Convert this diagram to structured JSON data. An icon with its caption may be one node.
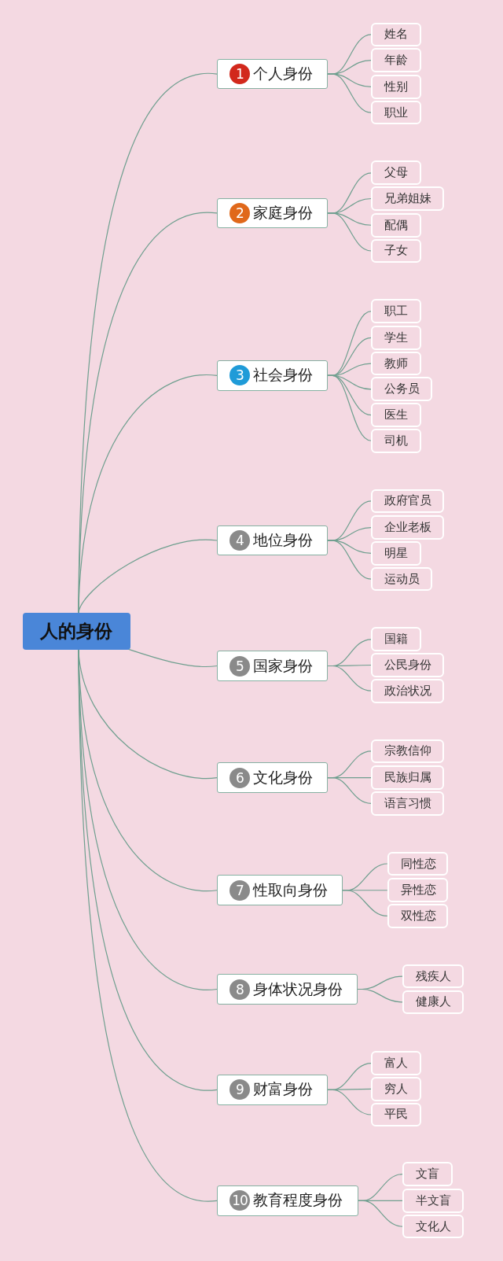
{
  "diagram": {
    "nodes": [
      {
        "text": [
          "人的身份"
        ]
      },
      {
        "text": [
          "1",
          "个人身份"
        ]
      },
      {
        "text": [
          "姓名"
        ]
      },
      {
        "text": [
          "年龄"
        ]
      },
      {
        "text": [
          "性别"
        ]
      },
      {
        "text": [
          "职业"
        ]
      },
      {
        "text": [
          "2",
          "家庭身份"
        ]
      },
      {
        "text": [
          "父母"
        ]
      },
      {
        "text": [
          "兄弟姐妹"
        ]
      },
      {
        "text": [
          "配偶"
        ]
      },
      {
        "text": [
          "子女"
        ]
      },
      {
        "text": [
          "3",
          "社会身份"
        ]
      },
      {
        "text": [
          "职工"
        ]
      },
      {
        "text": [
          "学生"
        ]
      },
      {
        "text": [
          "教师"
        ]
      },
      {
        "text": [
          "公务员"
        ]
      },
      {
        "text": [
          "医生"
        ]
      },
      {
        "text": [
          "司机"
        ]
      },
      {
        "text": [
          "4",
          "地位身份"
        ]
      },
      {
        "text": [
          "政府官员"
        ]
      },
      {
        "text": [
          "企业老板"
        ]
      },
      {
        "text": [
          "明星"
        ]
      },
      {
        "text": [
          "运动员"
        ]
      },
      {
        "text": [
          "5",
          "国家身份"
        ]
      },
      {
        "text": [
          "国籍"
        ]
      },
      {
        "text": [
          "公民身份"
        ]
      },
      {
        "text": [
          "政治状况"
        ]
      },
      {
        "text": [
          "6",
          "文化身份"
        ]
      },
      {
        "text": [
          "宗教信仰"
        ]
      },
      {
        "text": [
          "民族归属"
        ]
      },
      {
        "text": [
          "语言习惯"
        ]
      },
      {
        "text": [
          "7",
          "性取向身份"
        ]
      },
      {
        "text": [
          "同性恋"
        ]
      },
      {
        "text": [
          "异性恋"
        ]
      },
      {
        "text": [
          "双性恋"
        ]
      },
      {
        "text": [
          "8",
          "身体状况身份"
        ]
      },
      {
        "text": [
          "残疾人"
        ]
      },
      {
        "text": [
          "健康人"
        ]
      },
      {
        "text": [
          "9",
          "财富身份"
        ]
      },
      {
        "text": [
          "富人"
        ]
      },
      {
        "text": [
          "穷人"
        ]
      },
      {
        "text": [
          "平民"
        ]
      },
      {
        "text": [
          "10",
          "教育程度身份"
        ]
      },
      {
        "text": [
          "文盲"
        ]
      },
      {
        "text": [
          "半文盲"
        ]
      },
      {
        "text": [
          "文化人"
        ]
      }
    ],
    "edges": [
      {
        "from": 0,
        "to": 1,
        "arrow": "none"
      },
      {
        "from": 1,
        "to": 2,
        "arrow": "none"
      },
      {
        "from": 1,
        "to": 3,
        "arrow": "none"
      },
      {
        "from": 1,
        "to": 4,
        "arrow": "none"
      },
      {
        "from": 1,
        "to": 5,
        "arrow": "none"
      },
      {
        "from": 0,
        "to": 6,
        "arrow": "none"
      },
      {
        "from": 6,
        "to": 7,
        "arrow": "none"
      },
      {
        "from": 6,
        "to": 8,
        "arrow": "none"
      },
      {
        "from": 6,
        "to": 9,
        "arrow": "none"
      },
      {
        "from": 6,
        "to": 10,
        "arrow": "none"
      },
      {
        "from": 0,
        "to": 11,
        "arrow": "none"
      },
      {
        "from": 11,
        "to": 12,
        "arrow": "none"
      },
      {
        "from": 11,
        "to": 13,
        "arrow": "none"
      },
      {
        "from": 11,
        "to": 14,
        "arrow": "none"
      },
      {
        "from": 11,
        "to": 15,
        "arrow": "none"
      },
      {
        "from": 11,
        "to": 16,
        "arrow": "none"
      },
      {
        "from": 11,
        "to": 17,
        "arrow": "none"
      },
      {
        "from": 0,
        "to": 18,
        "arrow": "none"
      },
      {
        "from": 18,
        "to": 19,
        "arrow": "none"
      },
      {
        "from": 18,
        "to": 20,
        "arrow": "none"
      },
      {
        "from": 18,
        "to": 21,
        "arrow": "none"
      },
      {
        "from": 18,
        "to": 22,
        "arrow": "none"
      },
      {
        "from": 0,
        "to": 23,
        "arrow": "none"
      },
      {
        "from": 23,
        "to": 24,
        "arrow": "none"
      },
      {
        "from": 23,
        "to": 25,
        "arrow": "none"
      },
      {
        "from": 23,
        "to": 26,
        "arrow": "none"
      },
      {
        "from": 0,
        "to": 27,
        "arrow": "none"
      },
      {
        "from": 27,
        "to": 28,
        "arrow": "none"
      },
      {
        "from": 27,
        "to": 29,
        "arrow": "none"
      },
      {
        "from": 27,
        "to": 30,
        "arrow": "none"
      },
      {
        "from": 0,
        "to": 31,
        "arrow": "none"
      },
      {
        "from": 31,
        "to": 32,
        "arrow": "none"
      },
      {
        "from": 31,
        "to": 33,
        "arrow": "none"
      },
      {
        "from": 31,
        "to": 34,
        "arrow": "none"
      },
      {
        "from": 0,
        "to": 35,
        "arrow": "none"
      },
      {
        "from": 35,
        "to": 36,
        "arrow": "none"
      },
      {
        "from": 35,
        "to": 37,
        "arrow": "none"
      },
      {
        "from": 0,
        "to": 38,
        "arrow": "none"
      },
      {
        "from": 38,
        "to": 39,
        "arrow": "none"
      },
      {
        "from": 38,
        "to": 40,
        "arrow": "none"
      },
      {
        "from": 38,
        "to": 41,
        "arrow": "none"
      },
      {
        "from": 0,
        "to": 42,
        "arrow": "none"
      },
      {
        "from": 42,
        "to": 43,
        "arrow": "none"
      },
      {
        "from": 42,
        "to": 44,
        "arrow": "none"
      },
      {
        "from": 42,
        "to": 45,
        "arrow": "none"
      }
    ]
  }
}
